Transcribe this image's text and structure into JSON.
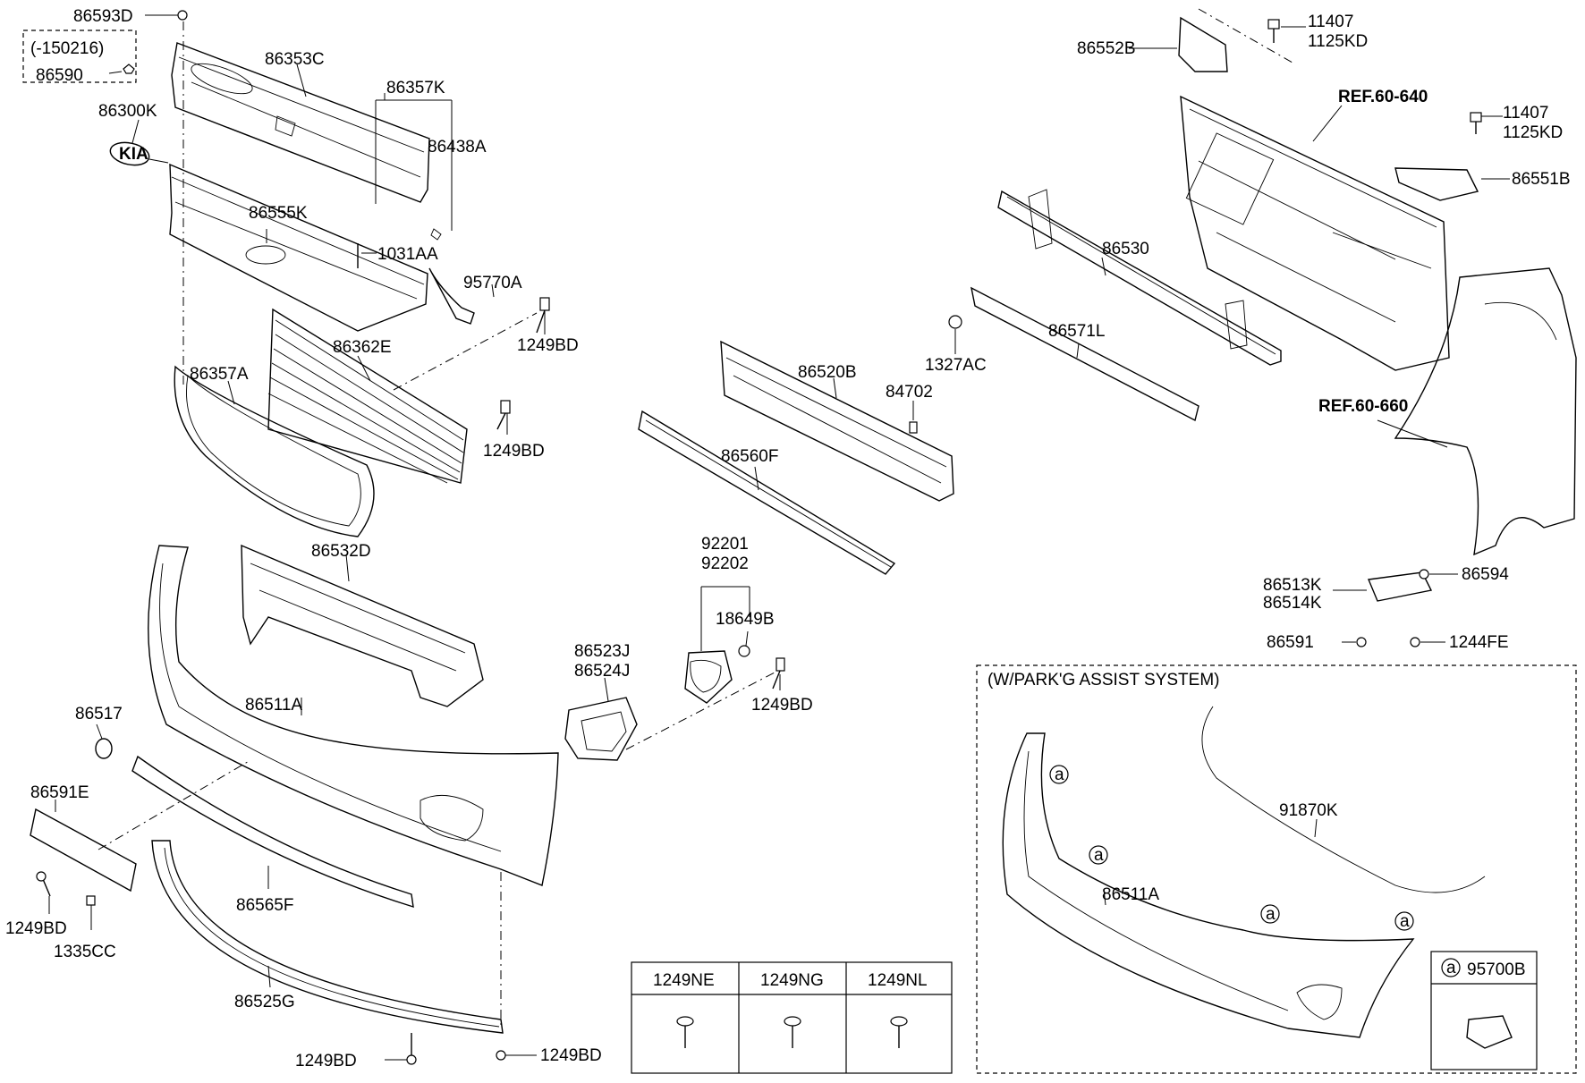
{
  "labels": {
    "p86593D": "86593D",
    "p150216": "(-150216)",
    "p86590": "86590",
    "p86353C": "86353C",
    "p86357K": "86357K",
    "p86300K": "86300K",
    "p86438A": "86438A",
    "p86555K": "86555K",
    "p1031AA": "1031AA",
    "p95770A": "95770A",
    "p1249BD_a": "1249BD",
    "p86362E": "86362E",
    "p86357A": "86357A",
    "p1249BD_b": "1249BD",
    "p86532D": "86532D",
    "p86517": "86517",
    "p86511A": "86511A",
    "p86591E": "86591E",
    "p1249BD_c": "1249BD",
    "p1335CC": "1335CC",
    "p86565F": "86565F",
    "p86525G": "86525G",
    "p1249BD_d": "1249BD",
    "p1249BD_e": "1249BD",
    "p86552B": "86552B",
    "p11407_a": "11407",
    "p1125KD_a": "1125KD",
    "pREF640": "REF.60-640",
    "p11407_b": "11407",
    "p1125KD_b": "1125KD",
    "p86551B": "86551B",
    "p86530": "86530",
    "p1327AC": "1327AC",
    "p86571L": "86571L",
    "p86520B": "86520B",
    "p84702": "84702",
    "pREF660": "REF.60-660",
    "p86560F": "86560F",
    "p92201": "92201",
    "p92202": "92202",
    "p18649B": "18649B",
    "p86523J": "86523J",
    "p86524J": "86524J",
    "p1249BD_f": "1249BD",
    "p86513K": "86513K",
    "p86514K": "86514K",
    "p86594": "86594",
    "p86591": "86591",
    "p1244FE": "1244FE",
    "pParkAssist": "(W/PARK'G ASSIST SYSTEM)",
    "p91870K": "91870K",
    "p86511A_b": "86511A",
    "pCircleA": "a",
    "p95700B": "95700B"
  },
  "screw_table": {
    "headers": [
      "1249NE",
      "1249NG",
      "1249NL"
    ]
  }
}
